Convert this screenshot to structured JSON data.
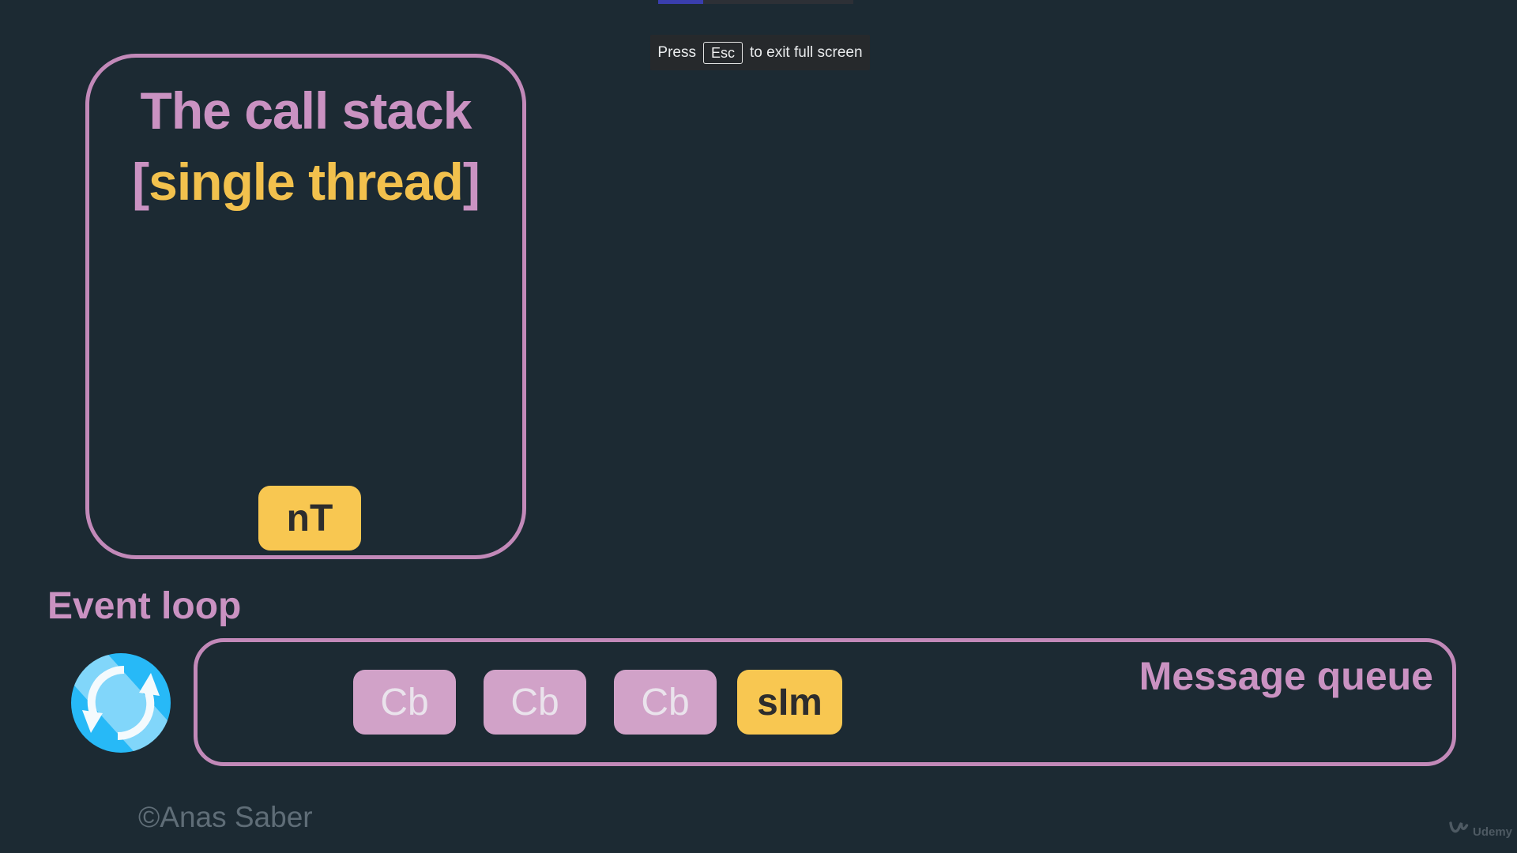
{
  "player": {
    "toast": {
      "press": "Press",
      "key": "Esc",
      "suffix": "to exit full screen"
    },
    "progress": {
      "played_color": "#3a3eae",
      "rest_color": "#2d3036"
    }
  },
  "call_stack": {
    "title": "The call stack",
    "subtitle_open": "[",
    "subtitle": "single thread",
    "subtitle_close": "]",
    "stack_item": "nT"
  },
  "event_loop": {
    "label": "Event loop"
  },
  "message_queue": {
    "label": "Message queue",
    "items": [
      {
        "label": "Cb",
        "type": "callback"
      },
      {
        "label": "Cb",
        "type": "callback"
      },
      {
        "label": "Cb",
        "type": "callback"
      },
      {
        "label": "sIm",
        "type": "immediate"
      }
    ]
  },
  "footer": {
    "copyright": "©Anas Saber",
    "brand": "Udemy"
  },
  "icons": {
    "event_loop_icon": "sync-loop-icon",
    "brand_icon": "udemy-u-swoosh-icon",
    "keycap_icon": "esc-keycap"
  },
  "colors": {
    "background": "#1c2a33",
    "accent_pink": "#ca92c2",
    "border_pink": "#c289b9",
    "accent_yellow": "#f2c14d",
    "token_yellow": "#f8c751",
    "token_pink": "#d1a2c8",
    "icon_blue": "#27b9f7",
    "toast_bg": "#26292c"
  }
}
